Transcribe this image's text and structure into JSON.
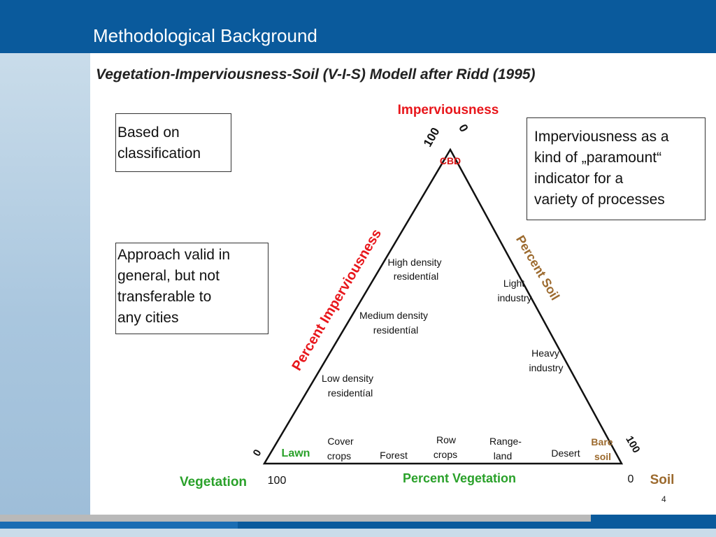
{
  "slide": {
    "title": "Methodological Background",
    "subtitle": "Vegetation-Imperviousness-Soil (V-I-S) Modell after Ridd (1995)",
    "page_number": "4"
  },
  "boxes": {
    "top_left": [
      "Based on",
      "classification"
    ],
    "mid_left": [
      "Approach valid in",
      "general, but not",
      "transferable to",
      "any cities"
    ],
    "top_right": [
      "Imperviousness as a",
      "kind of „paramount“",
      "indicator for a",
      "variety of processes"
    ]
  },
  "diagram": {
    "apex_title": "Imperviousness",
    "left_corner": "Vegetation",
    "right_corner": "Soil",
    "axis_left": "Percent Imperviousness",
    "axis_right": "Percent Soil",
    "axis_bottom": "Percent Vegetation",
    "ticks": {
      "apex_100": "100",
      "apex_0": "0",
      "left_0": "0",
      "left_100": "100",
      "right_0": "0",
      "right_100": "100"
    },
    "labels": {
      "cbd": "CBD",
      "high_density": [
        "High density",
        "residentíal"
      ],
      "medium_density": [
        "Medium density",
        "residentíal"
      ],
      "low_density": [
        "Low density",
        "residentíal"
      ],
      "light_industry": [
        "Light",
        "industry"
      ],
      "heavy_industry": [
        "Heavy",
        "industry"
      ],
      "lawn": "Lawn",
      "cover_crops": [
        "Cover",
        "crops"
      ],
      "forest": "Forest",
      "row_crops": [
        "Row",
        "crops"
      ],
      "rangeland": [
        "Range-",
        "land"
      ],
      "desert": "Desert",
      "bare_soil": [
        "Bare",
        "soil"
      ]
    },
    "colors": {
      "imperviousness": "#e8161b",
      "vegetation": "#2aa12a",
      "soil": "#9c6a2e",
      "cbd": "#d81414"
    }
  }
}
